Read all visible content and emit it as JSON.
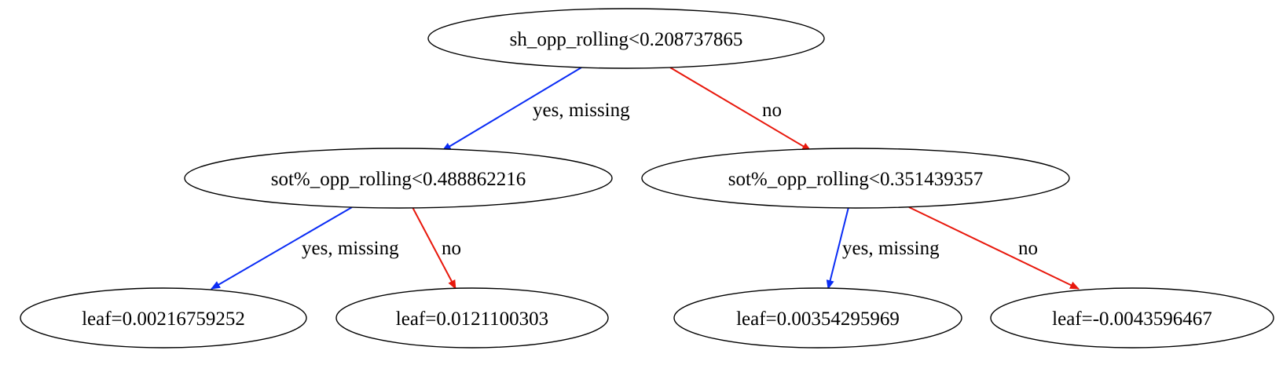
{
  "colors": {
    "yes_edge": "#0a2cf5",
    "no_edge": "#e8180c"
  },
  "nodes": {
    "root": {
      "label": "sh_opp_rolling<0.208737865"
    },
    "left": {
      "label": "sot%_opp_rolling<0.488862216"
    },
    "right": {
      "label": "sot%_opp_rolling<0.351439357"
    },
    "leaf_1": {
      "label": "leaf=0.00216759252"
    },
    "leaf_2": {
      "label": "leaf=0.0121100303"
    },
    "leaf_3": {
      "label": "leaf=0.00354295969"
    },
    "leaf_4": {
      "label": "leaf=-0.0043596467"
    }
  },
  "edges": {
    "root_left": {
      "label": "yes, missing",
      "kind": "yes"
    },
    "root_right": {
      "label": "no",
      "kind": "no"
    },
    "left_leaf_1": {
      "label": "yes, missing",
      "kind": "yes"
    },
    "left_leaf_2": {
      "label": "no",
      "kind": "no"
    },
    "right_leaf_3": {
      "label": "yes, missing",
      "kind": "yes"
    },
    "right_leaf_4": {
      "label": "no",
      "kind": "no"
    }
  }
}
